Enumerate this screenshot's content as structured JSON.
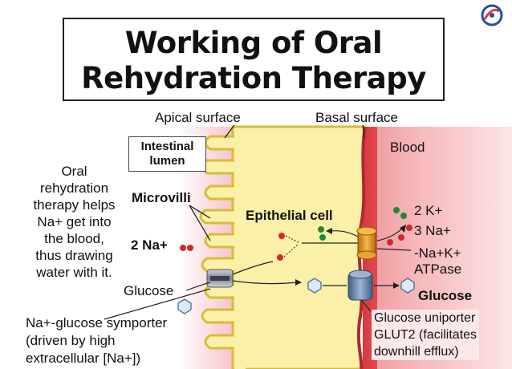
{
  "title_line1": "Working of Oral",
  "title_line2": "Rehydration Therapy",
  "labels": {
    "apical": "Apical surface",
    "basal": "Basal surface",
    "lumen_line1": "Intestinal",
    "lumen_line2": "lumen",
    "blood": "Blood",
    "microvilli": "Microvilli",
    "epithelial": "Epithelial cell",
    "two_na": "2 Na+",
    "two_k": "2 K+",
    "three_na": "3 Na+",
    "pump_line1": "-Na+K+",
    "pump_line2": "ATPase",
    "glucose_left": "Glucose",
    "glucose_right": "Glucose"
  },
  "side_text": [
    "Oral",
    "rehydration",
    "therapy helps",
    "Na+ get into",
    "the blood,",
    "thus drawing",
    "water with it."
  ],
  "symporter_lines": [
    "Na+-glucose symporter",
    "(driven by high",
    "extracellular [Na+])"
  ],
  "uniporter_lines": [
    "Glucose uniporter",
    "GLUT2 (facilitates",
    "downhill efflux)"
  ],
  "colors": {
    "cell": "#fbf0a8",
    "cell_edge": "#d8bc3a",
    "blood": "#e8555a",
    "lumen": "#f6c9cf",
    "na_ion": "#d8262e",
    "k_ion": "#1f8a3a",
    "pump": "#e7a530",
    "transporter": "#5f7fa6"
  },
  "icons": [
    "brand-logo-icon"
  ]
}
